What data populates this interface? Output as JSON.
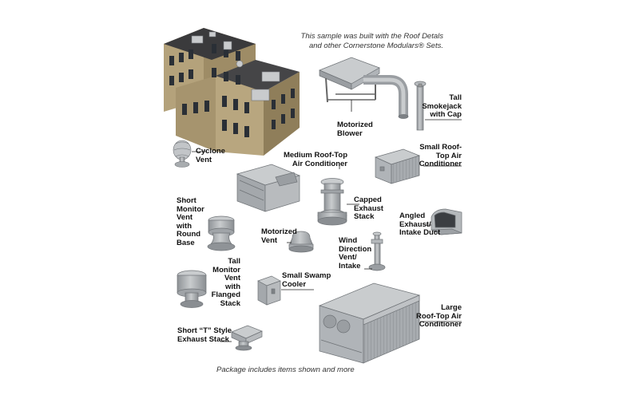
{
  "caption_top": {
    "line1": "This sample was built with the Roof Detals",
    "line2": "and other Cornerstone Modulars® Sets."
  },
  "caption_bottom": "Package includes items shown and more",
  "labels": {
    "tall_smokejack": "Tall\nSmokejack\nwith Cap",
    "motorized_blower": "Motorized\nBlower",
    "cyclone_vent": "Cyclone\nVent",
    "medium_ac": "Medium Roof-Top\nAir Conditioner",
    "small_ac": "Small Roof-\nTop Air\nConditioner",
    "short_monitor_vent": "Short\nMonitor\nVent\nwith\nRound\nBase",
    "capped_exhaust": "Capped\nExhaust\nStack",
    "angled_exhaust": "Angled\nExhaust/\nIntake Duct",
    "motorized_vent": "Motorized\nVent",
    "wind_direction_vent": "Wind\nDirection\nVent/\nIntake",
    "tall_monitor_vent": "Tall\nMonitor\nVent\nwith\nFlanged\nStack",
    "small_swamp_cooler": "Small Swamp\nCooler",
    "large_ac": "Large\nRoof-Top Air\nConditioner",
    "short_t_exhaust": "Short “T” Style\nExhaust Stack"
  }
}
